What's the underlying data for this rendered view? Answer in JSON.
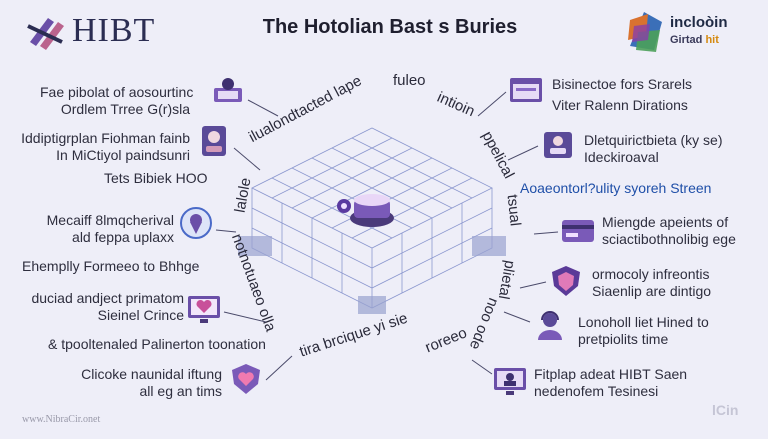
{
  "header": {
    "logo_text": "HIBT",
    "title": "The Hotolian Bast s Buries",
    "right_logo_line1": "incloòin",
    "right_logo_line2a": "Girtad ",
    "right_logo_line2b": "hit"
  },
  "colors": {
    "background": "#eeeef8",
    "accent_purple": "#6a4fa8",
    "accent_blue": "#1f4fa8",
    "grid_lines": "#7c8ac8"
  },
  "left_items": [
    {
      "line1": "Fae pibolat of aosourtinc",
      "line2": "Ordlem Trree G(r)sla",
      "icon": "user-laptop-icon"
    },
    {
      "line1": "Iddiptigrplan Fiohman fainb",
      "line2": "In MiCtiyol paindsunri",
      "icon": "profile-card-icon"
    },
    {
      "line1": "Tets Bibiek HOO",
      "line2": "",
      "icon": "none"
    },
    {
      "line1": "Mecaiff 8lmqcherival",
      "line2": "ald feppa uplaxx",
      "icon": "location-pin-icon"
    },
    {
      "line1": "Ehemplly Formeeo to  Bhhge",
      "line2": "",
      "icon": "none"
    },
    {
      "line1": "duciad andject primatom",
      "line2": "Sieinel Crince",
      "icon": "heart-monitor-icon"
    },
    {
      "line1": "& tpooltenaled Palinerton toonation",
      "line2": "",
      "icon": "none"
    },
    {
      "line1": "Clicoke naunidal  iftung",
      "line2": "all eg an tims",
      "icon": "heart-shield-icon"
    }
  ],
  "right_items": [
    {
      "line1": "Bisinectoe fors Srarels",
      "line2": "Viter Ralenn Dirations",
      "icon": "browser-window-icon"
    },
    {
      "line1": "Dletquirictbieta (ky se)",
      "line2": "Ideckiroaval",
      "icon": "user-tablet-icon"
    },
    {
      "line1": "Aoaeontorl?ulity syoreh Streen",
      "line2": "",
      "icon": "none"
    },
    {
      "line1": "Miengde apeients  of",
      "line2": "sciactibothnolibig ege",
      "icon": "credit-card-icon"
    },
    {
      "line1": "ormocoly infreontis",
      "line2": "Siaenlip are dintigo",
      "icon": "shield-icon"
    },
    {
      "line1": "Lonoholl liet Hined to",
      "line2": "pretpiolits time",
      "icon": "person-headset-icon"
    },
    {
      "line1": "Fitplap adeat HIBT Saen",
      "line2": "nedenofem Tesinesi",
      "icon": "monitor-person-icon"
    }
  ],
  "arc_texts": {
    "top_left": "ilualondtacted lape",
    "top_mid": "fuleo",
    "top_right": "intioin",
    "right_a": "ppelical",
    "right_b": "tsual",
    "right_c": "plietal",
    "right_d": "noo ode",
    "left_a": "lalole",
    "left_b": "notnotuaeo olla",
    "bottom_a": "tira brcique yi sie",
    "bottom_b": "roreeo"
  },
  "footer": {
    "watermark_left": "www.NibraCir.onet",
    "watermark_right": "lCin"
  }
}
